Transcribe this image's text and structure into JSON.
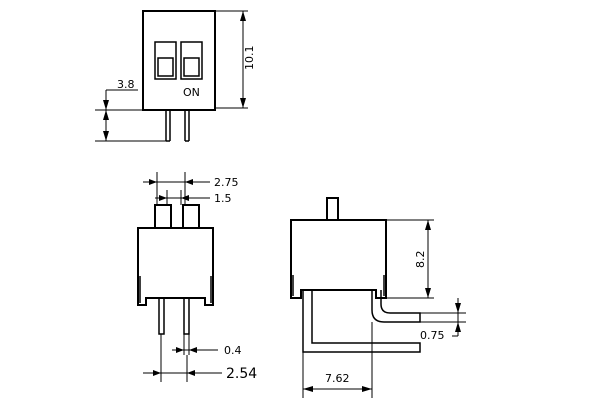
{
  "top_view": {
    "switch_label": "ON",
    "dim_height": "10.1",
    "dim_pin_length": "3.8"
  },
  "front_view": {
    "dim_actuator_spacing": "2.75",
    "dim_actuator_width": "1.5",
    "dim_pin_width": "0.4",
    "dim_pin_pitch": "2.54"
  },
  "side_view": {
    "dim_body_height": "8.2",
    "dim_lead_thickness": "0.75",
    "dim_row_spacing": "7.62"
  }
}
